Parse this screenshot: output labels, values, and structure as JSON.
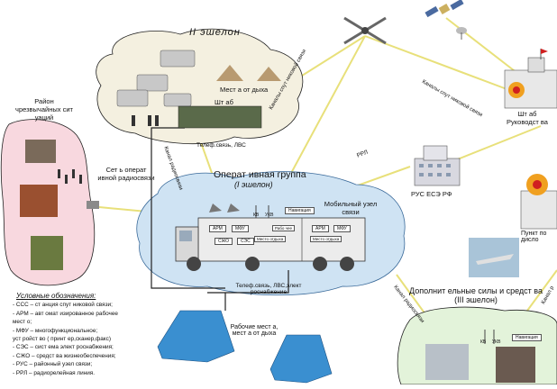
{
  "labels": {
    "echelon2_title": "II эшелон",
    "echelon2_places": "Мест а от дыха",
    "echelon2_hq": "Шт аб",
    "echelon2_link": "Телеф.связь, ЛВС",
    "emergency_area": "Район чрезвычайных сит уаций",
    "radio_net": "Сет ь операт ивной радиосвязи",
    "opgroup_title": "Операт ивная группа",
    "opgroup_sub": "(I эшелон)",
    "mobile_node": "Мобильный узел связи",
    "truck_link": "Телеф.связь, ЛВС,элект роснабжение",
    "rest_places": "Рабочие мест а, мест а от дыха",
    "hq_main": "Шт аб Руководст ва",
    "rus": "РУС ЕСЭ РФ",
    "control_point": "Пункт по дисло",
    "extra_forces": "Дополнит ельные силы и средст ва (III эшелон)",
    "sat_channels_1": "Каналы спут никовой связи",
    "sat_channels_2": "Каналы спут никовой связи",
    "radio_channel_1": "Канал радиосвязи",
    "radio_channel_2": "Канал радиосвязи",
    "radio_channel_3": "Канал р",
    "rrl": "РРЛ"
  },
  "truck_units": [
    "АРМ",
    "МФУ",
    "КВ",
    "УКВ",
    "Навигация",
    "СЖО",
    "СЭС",
    "Место отдыха",
    "Рабо чее",
    "АРМ",
    "МФУ",
    "Место отдыха"
  ],
  "extra_units": [
    "КВ",
    "УКВ",
    "Навигация"
  ],
  "legend": {
    "title": "Условные обозначения:",
    "items": [
      "- ССС – ст анция спут никовой связи;",
      "- АРМ – авт омат изированное рабочее",
      "мест о;",
      "- МФУ – многофункциональное;",
      "уст ройст во ( принт ер,сканер,факс)",
      "- СЭС – сист ема элект роснабжения;",
      "- СЖО – средст ва жизнеобеспечения;",
      "- РУС – районный узел связи;",
      "- РРЛ – радиорелейная линия."
    ]
  },
  "colors": {
    "echelon2_cloud": "#f4f0e0",
    "emergency_cloud": "#f8d8df",
    "opgroup_cloud": "#cfe3f3",
    "extra_cloud": "#e3f3da",
    "link_line": "#e8e07a",
    "tent": "#3a8fd0"
  }
}
